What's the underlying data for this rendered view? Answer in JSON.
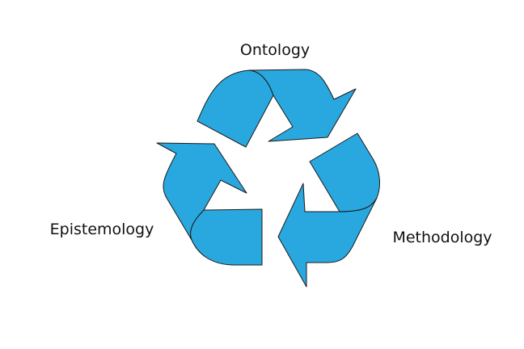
{
  "diagram": {
    "labels": {
      "top": "Ontology",
      "left": "Epistemology",
      "right": "Methodology"
    },
    "colors": {
      "arrow_fill": "#29a8e0",
      "outline": "#1a1a1a"
    }
  }
}
